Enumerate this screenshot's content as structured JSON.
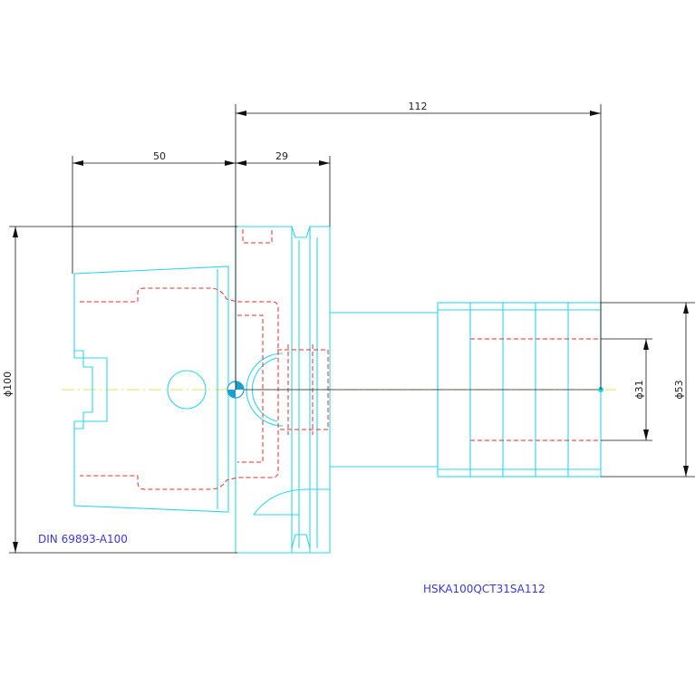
{
  "dimensions": {
    "overall_length": "112",
    "taper_length": "50",
    "flange_length": "29",
    "taper_diameter": "ϕ100",
    "bore_diameter": "ϕ31",
    "shank_diameter": "ϕ53"
  },
  "labels": {
    "standard": "DIN 69893-A100",
    "part_number": "HSKA100QCT31SA112"
  },
  "colors": {
    "outline": "#2fd5e6",
    "hidden": "#e03030",
    "dimension": "#111111",
    "centerline": "#e8e060",
    "text_blue": "#3a3ad0",
    "bullet": "#1aa0d0"
  }
}
